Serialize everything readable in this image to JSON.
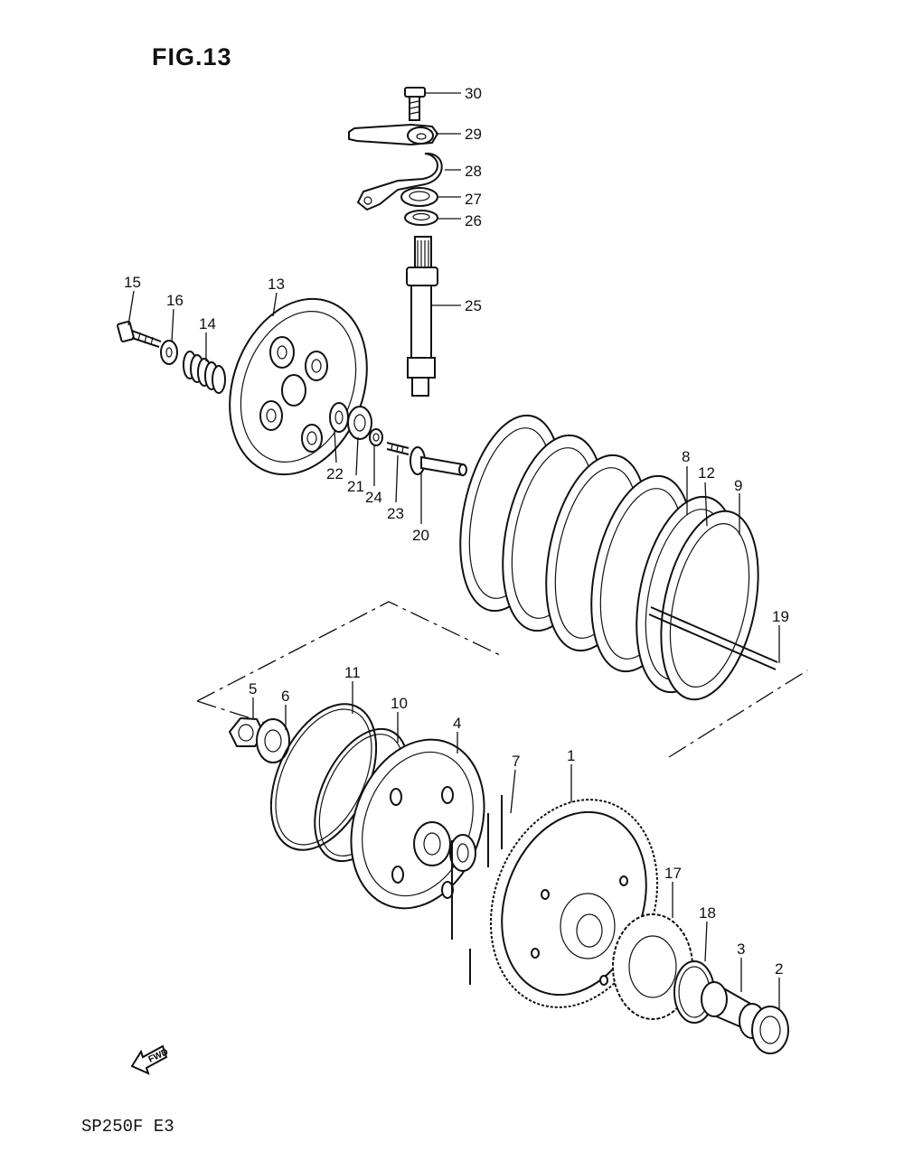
{
  "figure": {
    "title": "FIG.13",
    "code": "SP250F E3",
    "fwd_label": "FWD"
  },
  "parts": [
    "1",
    "2",
    "3",
    "4",
    "5",
    "6",
    "7",
    "8",
    "9",
    "10",
    "11",
    "12",
    "13",
    "14",
    "15",
    "16",
    "17",
    "18",
    "19",
    "20",
    "21",
    "22",
    "23",
    "24",
    "25",
    "26",
    "27",
    "28",
    "29",
    "30"
  ]
}
